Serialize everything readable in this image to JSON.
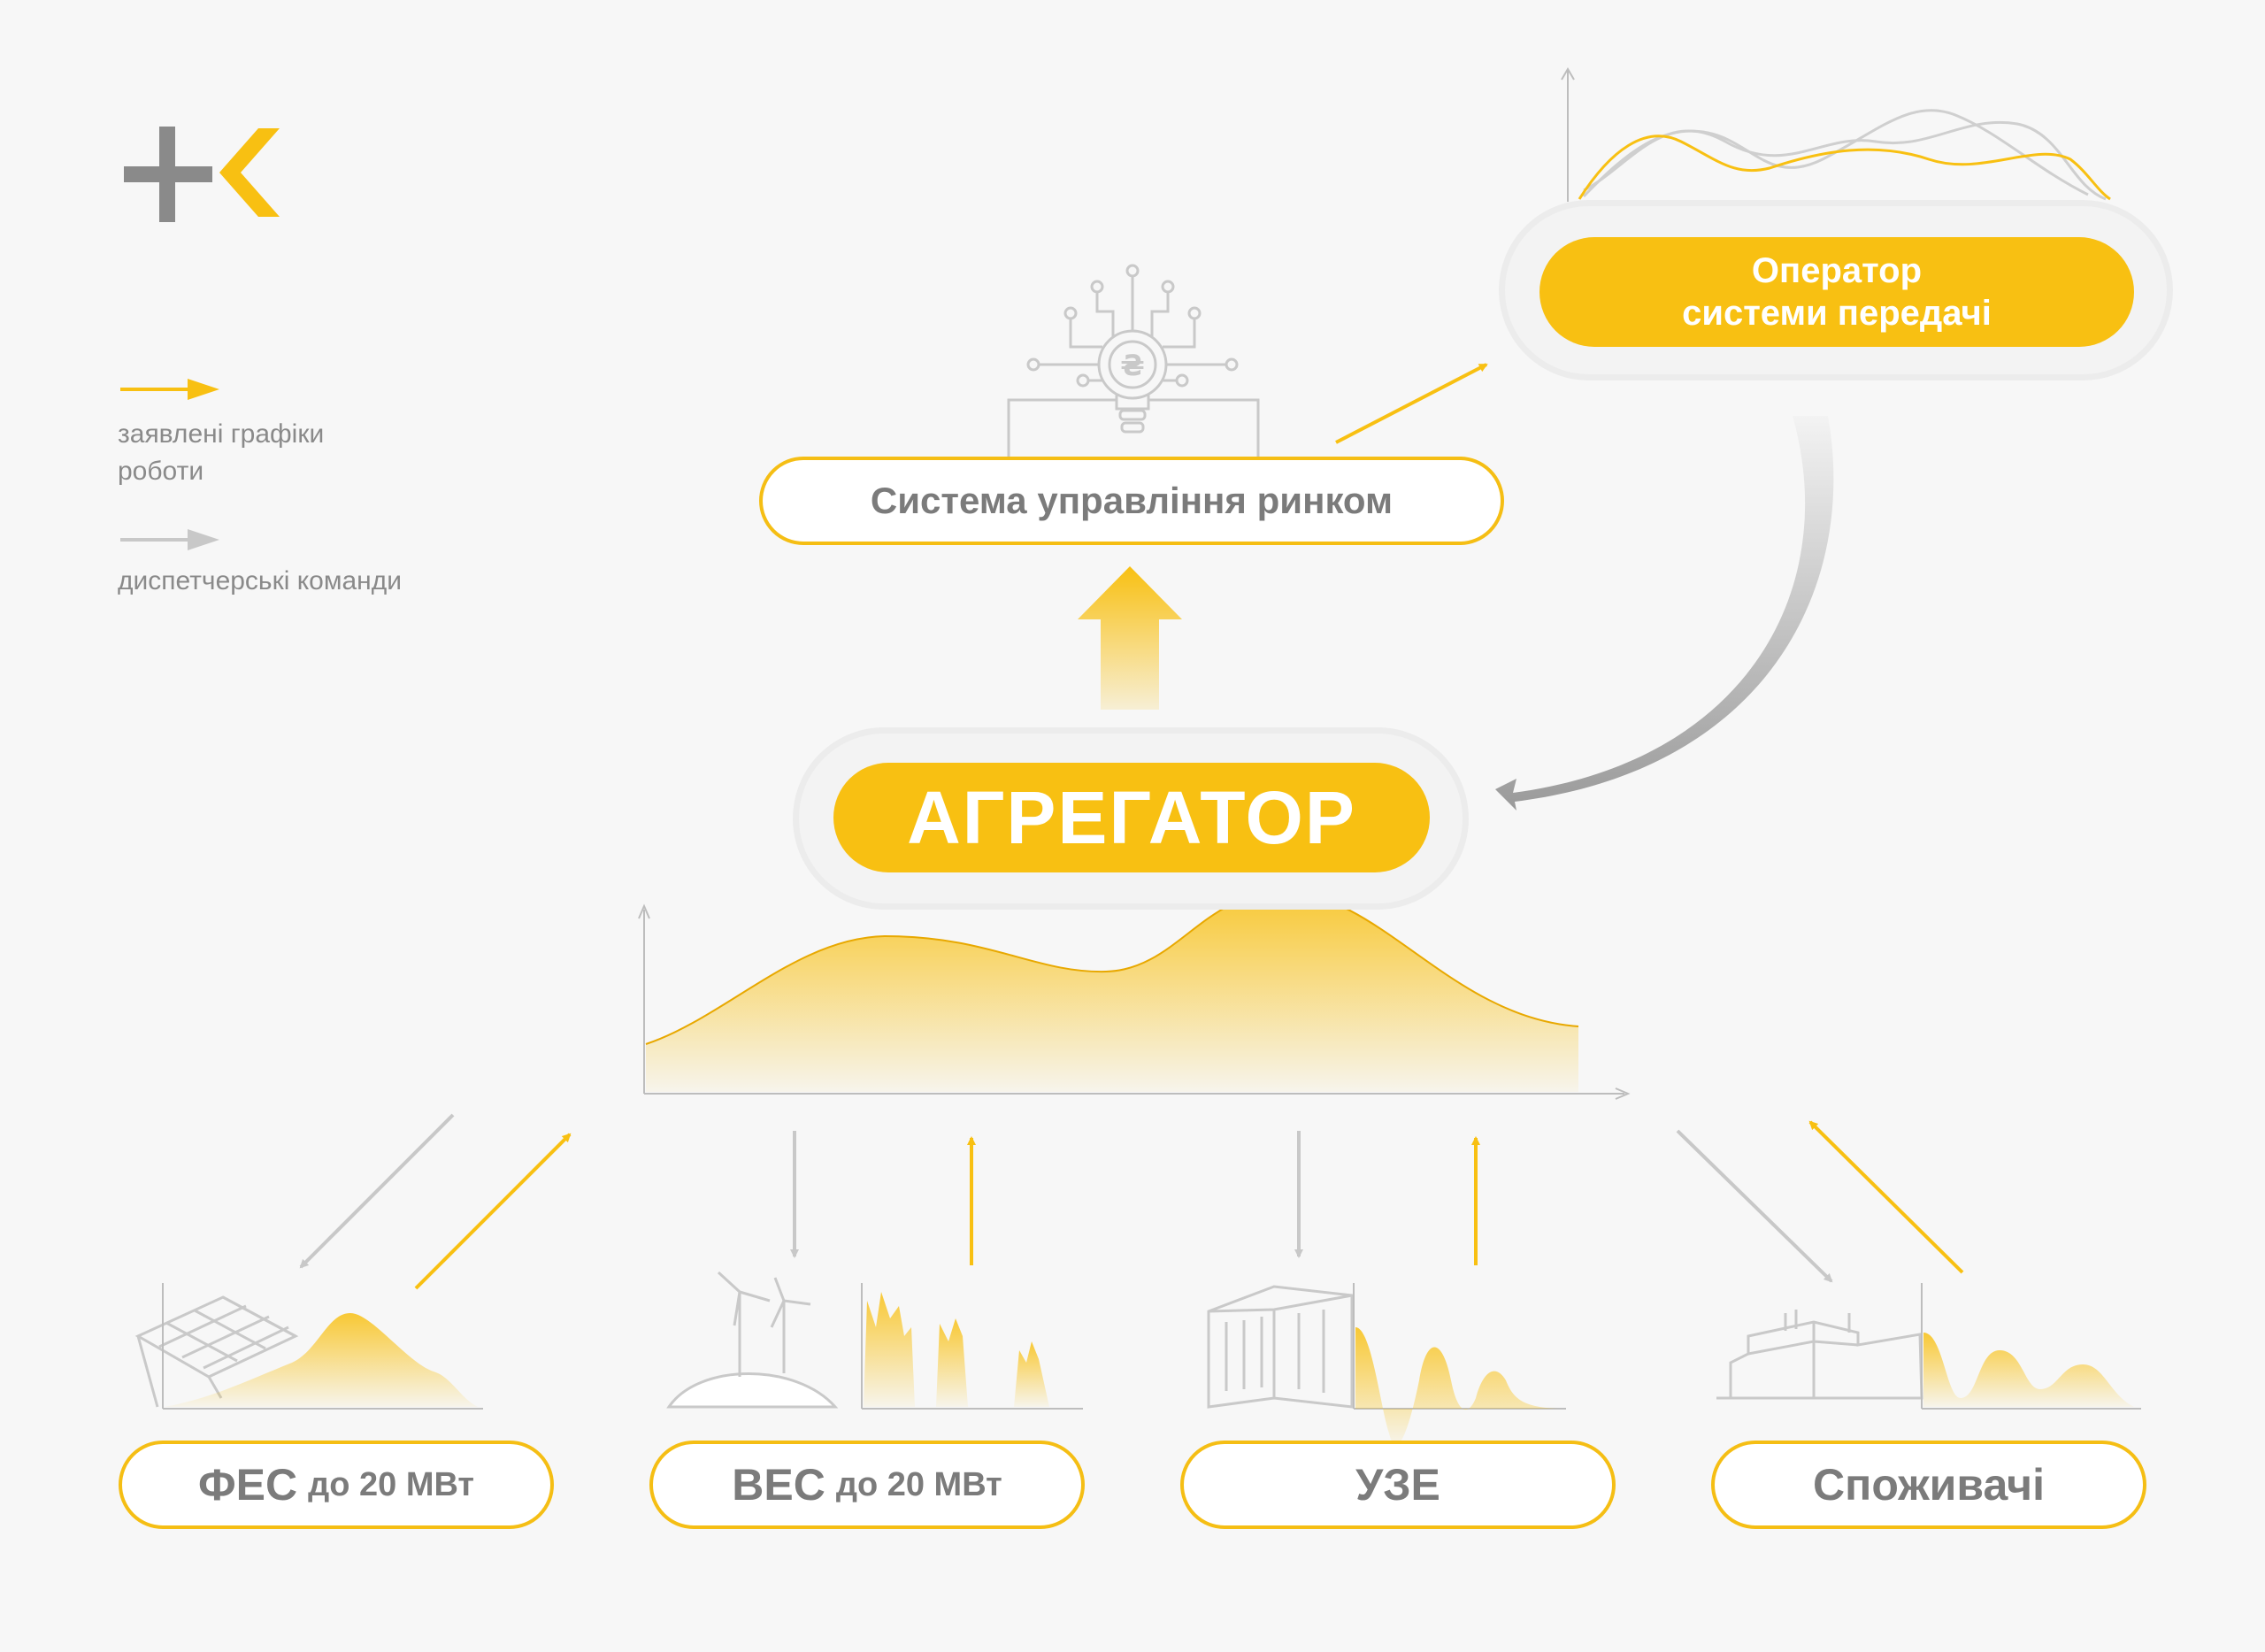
{
  "nodes": {
    "market": "Система управління ринком",
    "tso_line1": "Оператор",
    "tso_line2": "системи передачі",
    "aggregator": "АГРЕГАТОР",
    "pv_main": "ФЕС",
    "pv_sub": "до 20 МВт",
    "wind_main": "ВЕС",
    "wind_sub": "до 20 МВт",
    "storage": "УЗЕ",
    "consumers": "Споживачі"
  },
  "legend": {
    "schedules": "заявлені графіки роботи",
    "dispatch": "диспетчерські команди"
  },
  "icons": {
    "currency_symbol": "₴"
  },
  "colors": {
    "accent": "#f8c012",
    "arrow_gray": "#c8c8c8",
    "text_gray": "#7b7b7b"
  }
}
